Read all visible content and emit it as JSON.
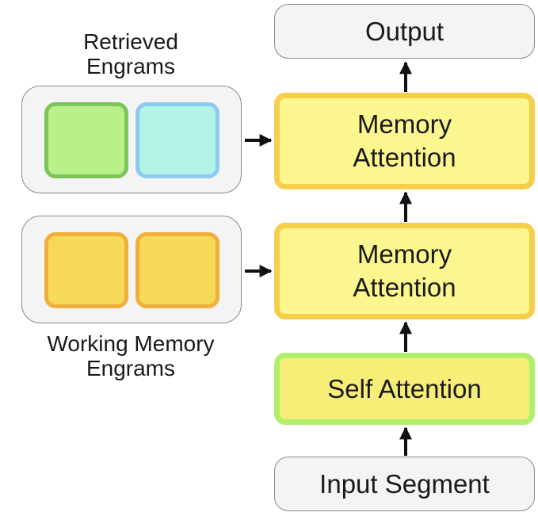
{
  "nodes": {
    "output": "Output",
    "memory_attention_top": "Memory\nAttention",
    "memory_attention_bottom": "Memory\nAttention",
    "self_attention": "Self Attention",
    "input_segment": "Input Segment"
  },
  "groups": {
    "retrieved": {
      "label": "Retrieved\nEngrams",
      "engrams": [
        {
          "fill": "#b9f08a",
          "border": "#7cc55d"
        },
        {
          "fill": "#b3f2e6",
          "border": "#8ccbf0"
        }
      ]
    },
    "working": {
      "label": "Working Memory\nEngrams",
      "engrams": [
        {
          "fill": "#f7d95a",
          "border": "#f0ae3c"
        },
        {
          "fill": "#f7d95a",
          "border": "#f0ae3c"
        }
      ]
    }
  }
}
